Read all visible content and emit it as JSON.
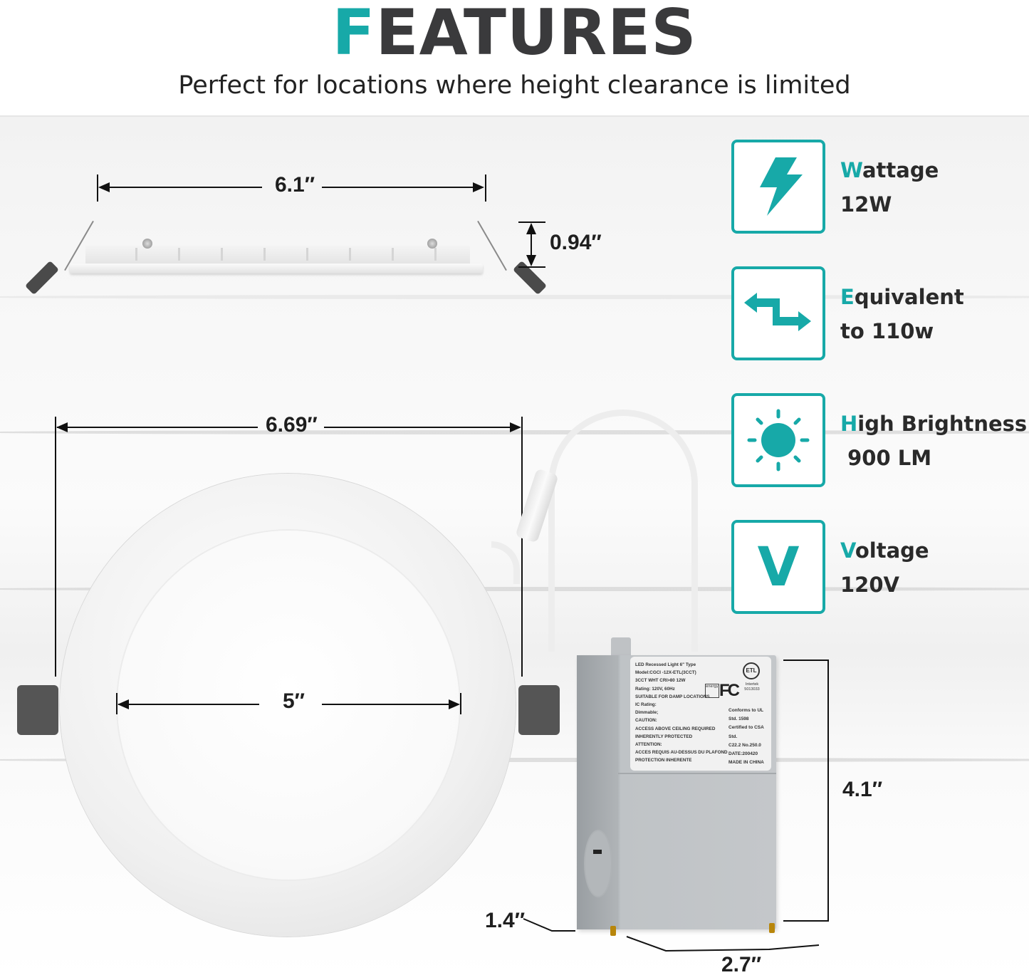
{
  "header": {
    "title_accent": "F",
    "title_rest": "EATURES",
    "subtitle": "Perfect for locations where height clearance is limited"
  },
  "colors": {
    "accent": "#17a9a8",
    "text_dark": "#3a3a3c",
    "box_gray": "#c4c7ca"
  },
  "dimensions": {
    "side_width": "6.1″",
    "side_height": "0.94″",
    "outer_diameter": "6.69″",
    "cutout_diameter": "5″",
    "box_height": "4.1″",
    "box_depth": "1.4″",
    "box_width": "2.7″"
  },
  "features": [
    {
      "icon": "lightning-bolt-icon",
      "label_accent": "W",
      "label_rest": "attage",
      "value": "12W"
    },
    {
      "icon": "equivalent-arrows-icon",
      "label_accent": "E",
      "label_rest": "quivalent",
      "value": "to 110w"
    },
    {
      "icon": "sun-brightness-icon",
      "label_accent": "H",
      "label_rest": "igh Brightness",
      "value": " 900 LM"
    },
    {
      "icon": "voltage-v-icon",
      "icon_glyph": "V",
      "label_accent": "V",
      "label_rest": "oltage",
      "value": "120V"
    }
  ],
  "junction_box_label": {
    "left_lines": [
      "LED Recessed Light 6\" Type",
      "Model:CGCI -12X-ETL(3CCT)",
      "3CCT WHT CRI>80 12W",
      "Rating: 120V, 60Hz",
      "SUITABLE FOR DAMP LOCATIONS",
      "IC Rating:",
      "Dimmable;",
      "CAUTION:",
      "ACCESS ABOVE CEILING REQUIRED",
      "INHERENTLY PROTECTED",
      "ATTENTION:",
      "ACCES REQUIS AU-DESSUS DU PLAFOND",
      "PROTECTION INHERENTE"
    ],
    "right_lines": [
      "Conforms to UL",
      "Std. 1598",
      "Certified to CSA",
      "Std.",
      "C22.2 No.250.0",
      "DATE:200420",
      "MADE IN CHINA"
    ],
    "logos": {
      "fcc": "FC",
      "etl": "ETL",
      "etl_sub": "Intertek 5013033",
      "energy_star": "energy"
    }
  }
}
